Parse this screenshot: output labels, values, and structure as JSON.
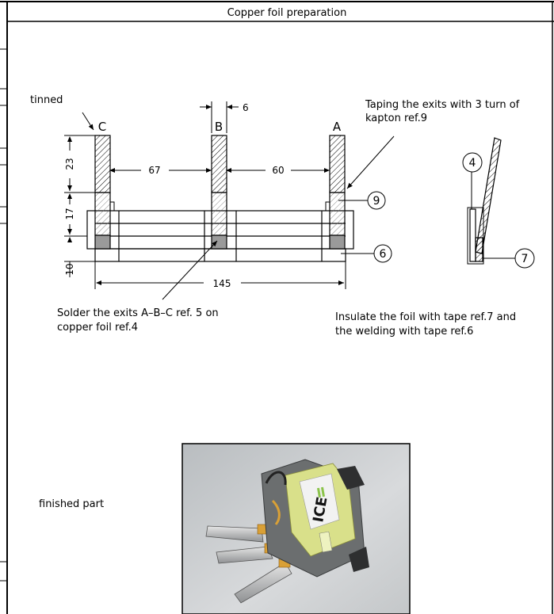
{
  "sheet": {
    "title": "Copper foil preparation"
  },
  "labels": {
    "tinned": "tinned",
    "exit_c": "C",
    "exit_b": "B",
    "exit_a": "A",
    "taping_line1": "Taping the exits with 3 turn of",
    "taping_line2": "kapton ref.9",
    "solder_line1": "Solder the exits A–B–C ref. 5 on",
    "solder_line2": "copper foil ref.4",
    "insulate_line1": "Insulate the foil with tape ref.7 and",
    "insulate_line2": "the welding with tape ref.6",
    "finished_part": "finished part"
  },
  "dimensions": {
    "width_6": "6",
    "gap_67": "67",
    "gap_60": "60",
    "height_23": "23",
    "height_17": "17",
    "height_10": "10",
    "length_145": "145"
  },
  "references": {
    "ref_9": "9",
    "ref_6": "6",
    "ref_4": "4",
    "ref_7": "7"
  },
  "photo": {
    "brand_text": "ICE",
    "brand_accent": "#8bc34a",
    "band_color": "#d9e08a",
    "core_color": "#6b6e6f"
  }
}
